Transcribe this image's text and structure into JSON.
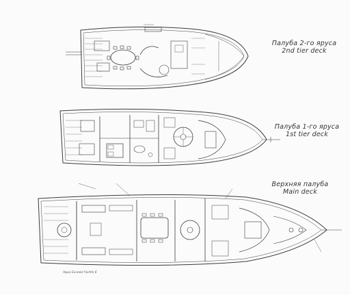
{
  "decks": [
    {
      "id": "second",
      "label_ru": "Палуба 2-го яруса",
      "label_en": "2nd tier deck"
    },
    {
      "id": "first",
      "label_ru": "Палуба 1-го яруса",
      "label_en": "1st tier deck"
    },
    {
      "id": "main",
      "label_ru": "Верхняя палуба",
      "label_en": "Main deck"
    }
  ],
  "sheet_note": "Aqua Exceed Yachts 6",
  "colors": {
    "line": "#3a3a3a",
    "paper": "#fbfbfb"
  }
}
